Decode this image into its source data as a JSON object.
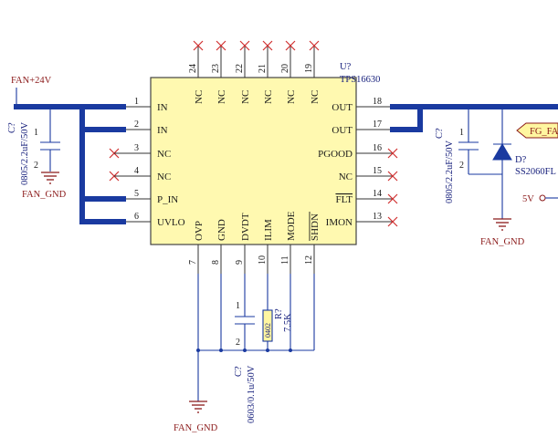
{
  "ic": {
    "designator": "U?",
    "part": "TPS16630",
    "left_pins": [
      {
        "num": "1",
        "name": "IN"
      },
      {
        "num": "2",
        "name": "IN"
      },
      {
        "num": "3",
        "name": "NC"
      },
      {
        "num": "4",
        "name": "NC"
      },
      {
        "num": "5",
        "name": "P_IN"
      },
      {
        "num": "6",
        "name": "UVLO"
      }
    ],
    "right_pins": [
      {
        "num": "18",
        "name": "OUT"
      },
      {
        "num": "17",
        "name": "OUT"
      },
      {
        "num": "16",
        "name": "PGOOD"
      },
      {
        "num": "15",
        "name": "NC"
      },
      {
        "num": "14",
        "name": "FLT"
      },
      {
        "num": "13",
        "name": "IMON"
      }
    ],
    "top_pins": [
      {
        "num": "24",
        "name": "NC"
      },
      {
        "num": "23",
        "name": "NC"
      },
      {
        "num": "22",
        "name": "NC"
      },
      {
        "num": "21",
        "name": "NC"
      },
      {
        "num": "20",
        "name": "NC"
      },
      {
        "num": "19",
        "name": "NC"
      }
    ],
    "bottom_pins": [
      {
        "num": "7",
        "name": "OVP"
      },
      {
        "num": "8",
        "name": "GND"
      },
      {
        "num": "9",
        "name": "DVDT"
      },
      {
        "num": "10",
        "name": "ILIM"
      },
      {
        "num": "11",
        "name": "MODE"
      },
      {
        "num": "12",
        "name": "SHDN"
      }
    ]
  },
  "nets": {
    "input_power": "FAN+24V",
    "fan_gnd": "FAN_GND",
    "fg_tag": "FG_FA",
    "five_volt": "5V"
  },
  "components": {
    "c_in": {
      "ref": "C?",
      "value": "0805/2.2uF/50V",
      "pin1": "1",
      "pin2": "2"
    },
    "c_out": {
      "ref": "C?",
      "value": "0805/2.2uF/50V",
      "pin1": "1",
      "pin2": "2"
    },
    "c_dvdt": {
      "ref": "C?",
      "value": "0603/0.1u/50V",
      "pin1": "1",
      "pin2": "2"
    },
    "r_ilim": {
      "ref": "R?",
      "value": "7.5K",
      "package": "0402"
    },
    "diode": {
      "ref": "D?",
      "part": "SS2060FL"
    }
  },
  "colors": {
    "wire": "#1a3aa0",
    "ic_fill": "#fff9b0",
    "net_label": "#8b1a1a",
    "no_connect": "#d03030",
    "tag_fill": "#fff6a0"
  }
}
